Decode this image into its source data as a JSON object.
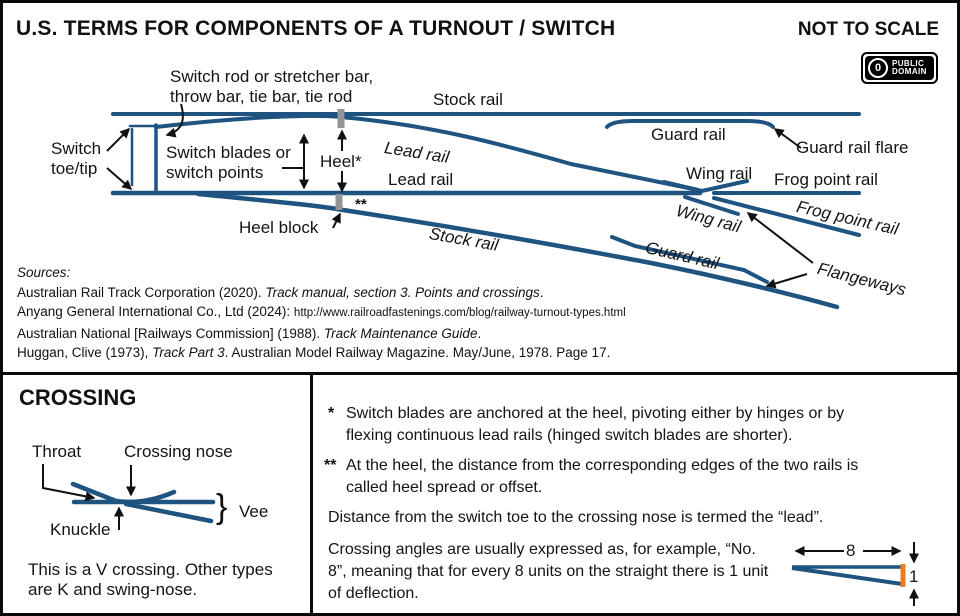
{
  "header": {
    "title": "U.S. TERMS FOR COMPONENTS OF A TURNOUT / SWITCH",
    "scale_note": "NOT TO SCALE",
    "badge": {
      "circle": "0",
      "line1": "PUBLIC",
      "line2": "DOMAIN"
    }
  },
  "diagram": {
    "switch_rod": "Switch rod or stretcher bar,\nthrow bar, tie bar, tie rod",
    "stock_rail_top": "Stock rail",
    "switch_toe": "Switch\ntoe/tip",
    "switch_blades": "Switch blades or\nswitch points",
    "heel": "Heel*",
    "lead_rail_diverging": "Lead rail",
    "lead_rail_straight": "Lead rail",
    "heel_block": "Heel block",
    "double_star": "**",
    "stock_rail_bottom": "Stock rail",
    "guard_rail_top": "Guard rail",
    "guard_rail_flare": "Guard rail flare",
    "wing_rail_upper": "Wing rail",
    "frog_point_rail_straight": "Frog point rail",
    "wing_rail_lower": "Wing rail",
    "frog_point_rail_diverging": "Frog point rail",
    "guard_rail_bottom": "Guard rail",
    "flangeways": "Flangeways"
  },
  "sources": {
    "heading": "Sources:",
    "s1_plain": "Australian Rail Track Corporation (2020). ",
    "s1_italic": "Track manual, section 3. Points and crossings",
    "s1_end": ".",
    "s2_plain": "Anyang General International Co., Ltd (2024): ",
    "s2_url": "http://www.railroadfastenings.com/blog/railway-turnout-types.html",
    "s3_plain": "Australian National [Railways Commission] (1988). ",
    "s3_italic": "Track Maintenance Guide",
    "s3_end": ".",
    "s4_pre": "Huggan, Clive (1973), ",
    "s4_italic": "Track Part 3",
    "s4_post": ". Australian Model Railway Magazine. May/June, 1978. Page 17."
  },
  "crossing": {
    "title": "CROSSING",
    "throat": "Throat",
    "nose": "Crossing nose",
    "knuckle": "Knuckle",
    "vee_brace": "}",
    "vee": "Vee",
    "caption": "This is a V crossing. Other types are K and swing-nose."
  },
  "notes": {
    "star1_marker": "*",
    "star1_text": "Switch blades are anchored at the heel, pivoting either by hinges or by flexing continuous lead rails (hinged switch blades are shorter).",
    "star2_marker": "**",
    "star2_text": "At the heel, the distance from the corresponding edges of the two rails is called heel spread or offset.",
    "lead_text": "Distance from the switch toe to the crossing nose is termed the “lead”.",
    "angle_text": "Crossing angles are usually expressed as, for example, “No. 8”, meaning that for every 8 units on the straight there is 1 unit of deflection."
  },
  "ratio": {
    "eight": "8",
    "one": "1"
  },
  "colors": {
    "rail": "#1f5380",
    "tick": "#8f9598",
    "accent_orange": "#e87d2a",
    "arrow": "#111111"
  }
}
